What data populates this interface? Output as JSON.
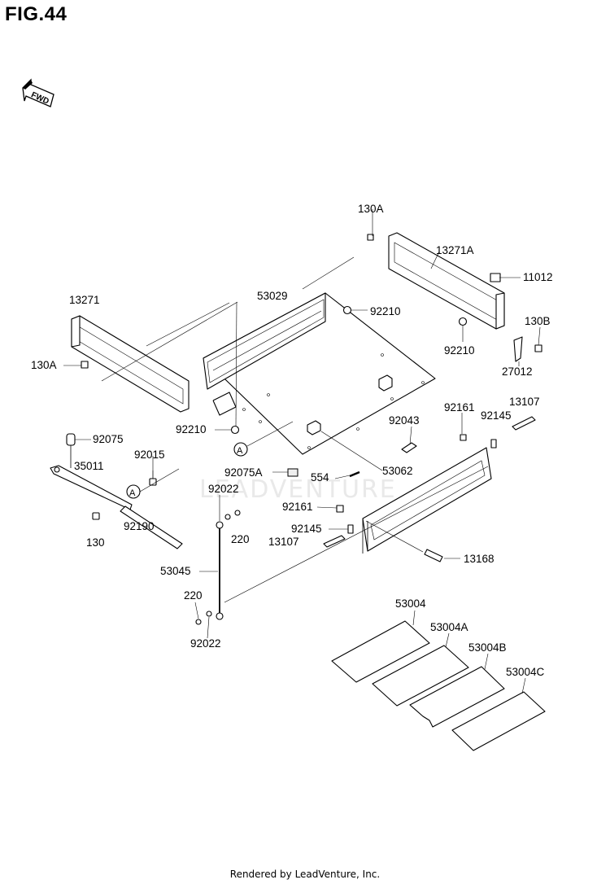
{
  "figure": {
    "title": "FIG.44"
  },
  "orientation": {
    "label": "FWD"
  },
  "watermark": {
    "text": "LEADVENTURE"
  },
  "footer": {
    "text": "Rendered by LeadVenture, Inc."
  },
  "parts": {
    "p130A_top": "130A",
    "p13271A": "13271A",
    "p11012": "11012",
    "p13271": "13271",
    "p53029": "53029",
    "p92210_mid": "92210",
    "p130B": "130B",
    "p130A_left": "130A",
    "p92210_right": "92210",
    "p27012": "27012",
    "p92161_r": "92161",
    "p13107_r": "13107",
    "p92145_r": "92145",
    "p92210_left": "92210",
    "p92043": "92043",
    "p92075": "92075",
    "p35011": "35011",
    "p92015": "92015",
    "p92075A": "92075A",
    "p554": "554",
    "p53062": "53062",
    "p92022_top": "92022",
    "p92161_l": "92161",
    "p220_top": "220",
    "p130": "130",
    "p92190": "92190",
    "p92145_l": "92145",
    "p13107_l": "13107",
    "p13168": "13168",
    "p53045": "53045",
    "p220_bot": "220",
    "p92022_bot": "92022",
    "p53004": "53004",
    "p53004A": "53004A",
    "p53004B": "53004B",
    "p53004C": "53004C"
  },
  "callouts": {
    "a1": "A",
    "a2": "A"
  }
}
